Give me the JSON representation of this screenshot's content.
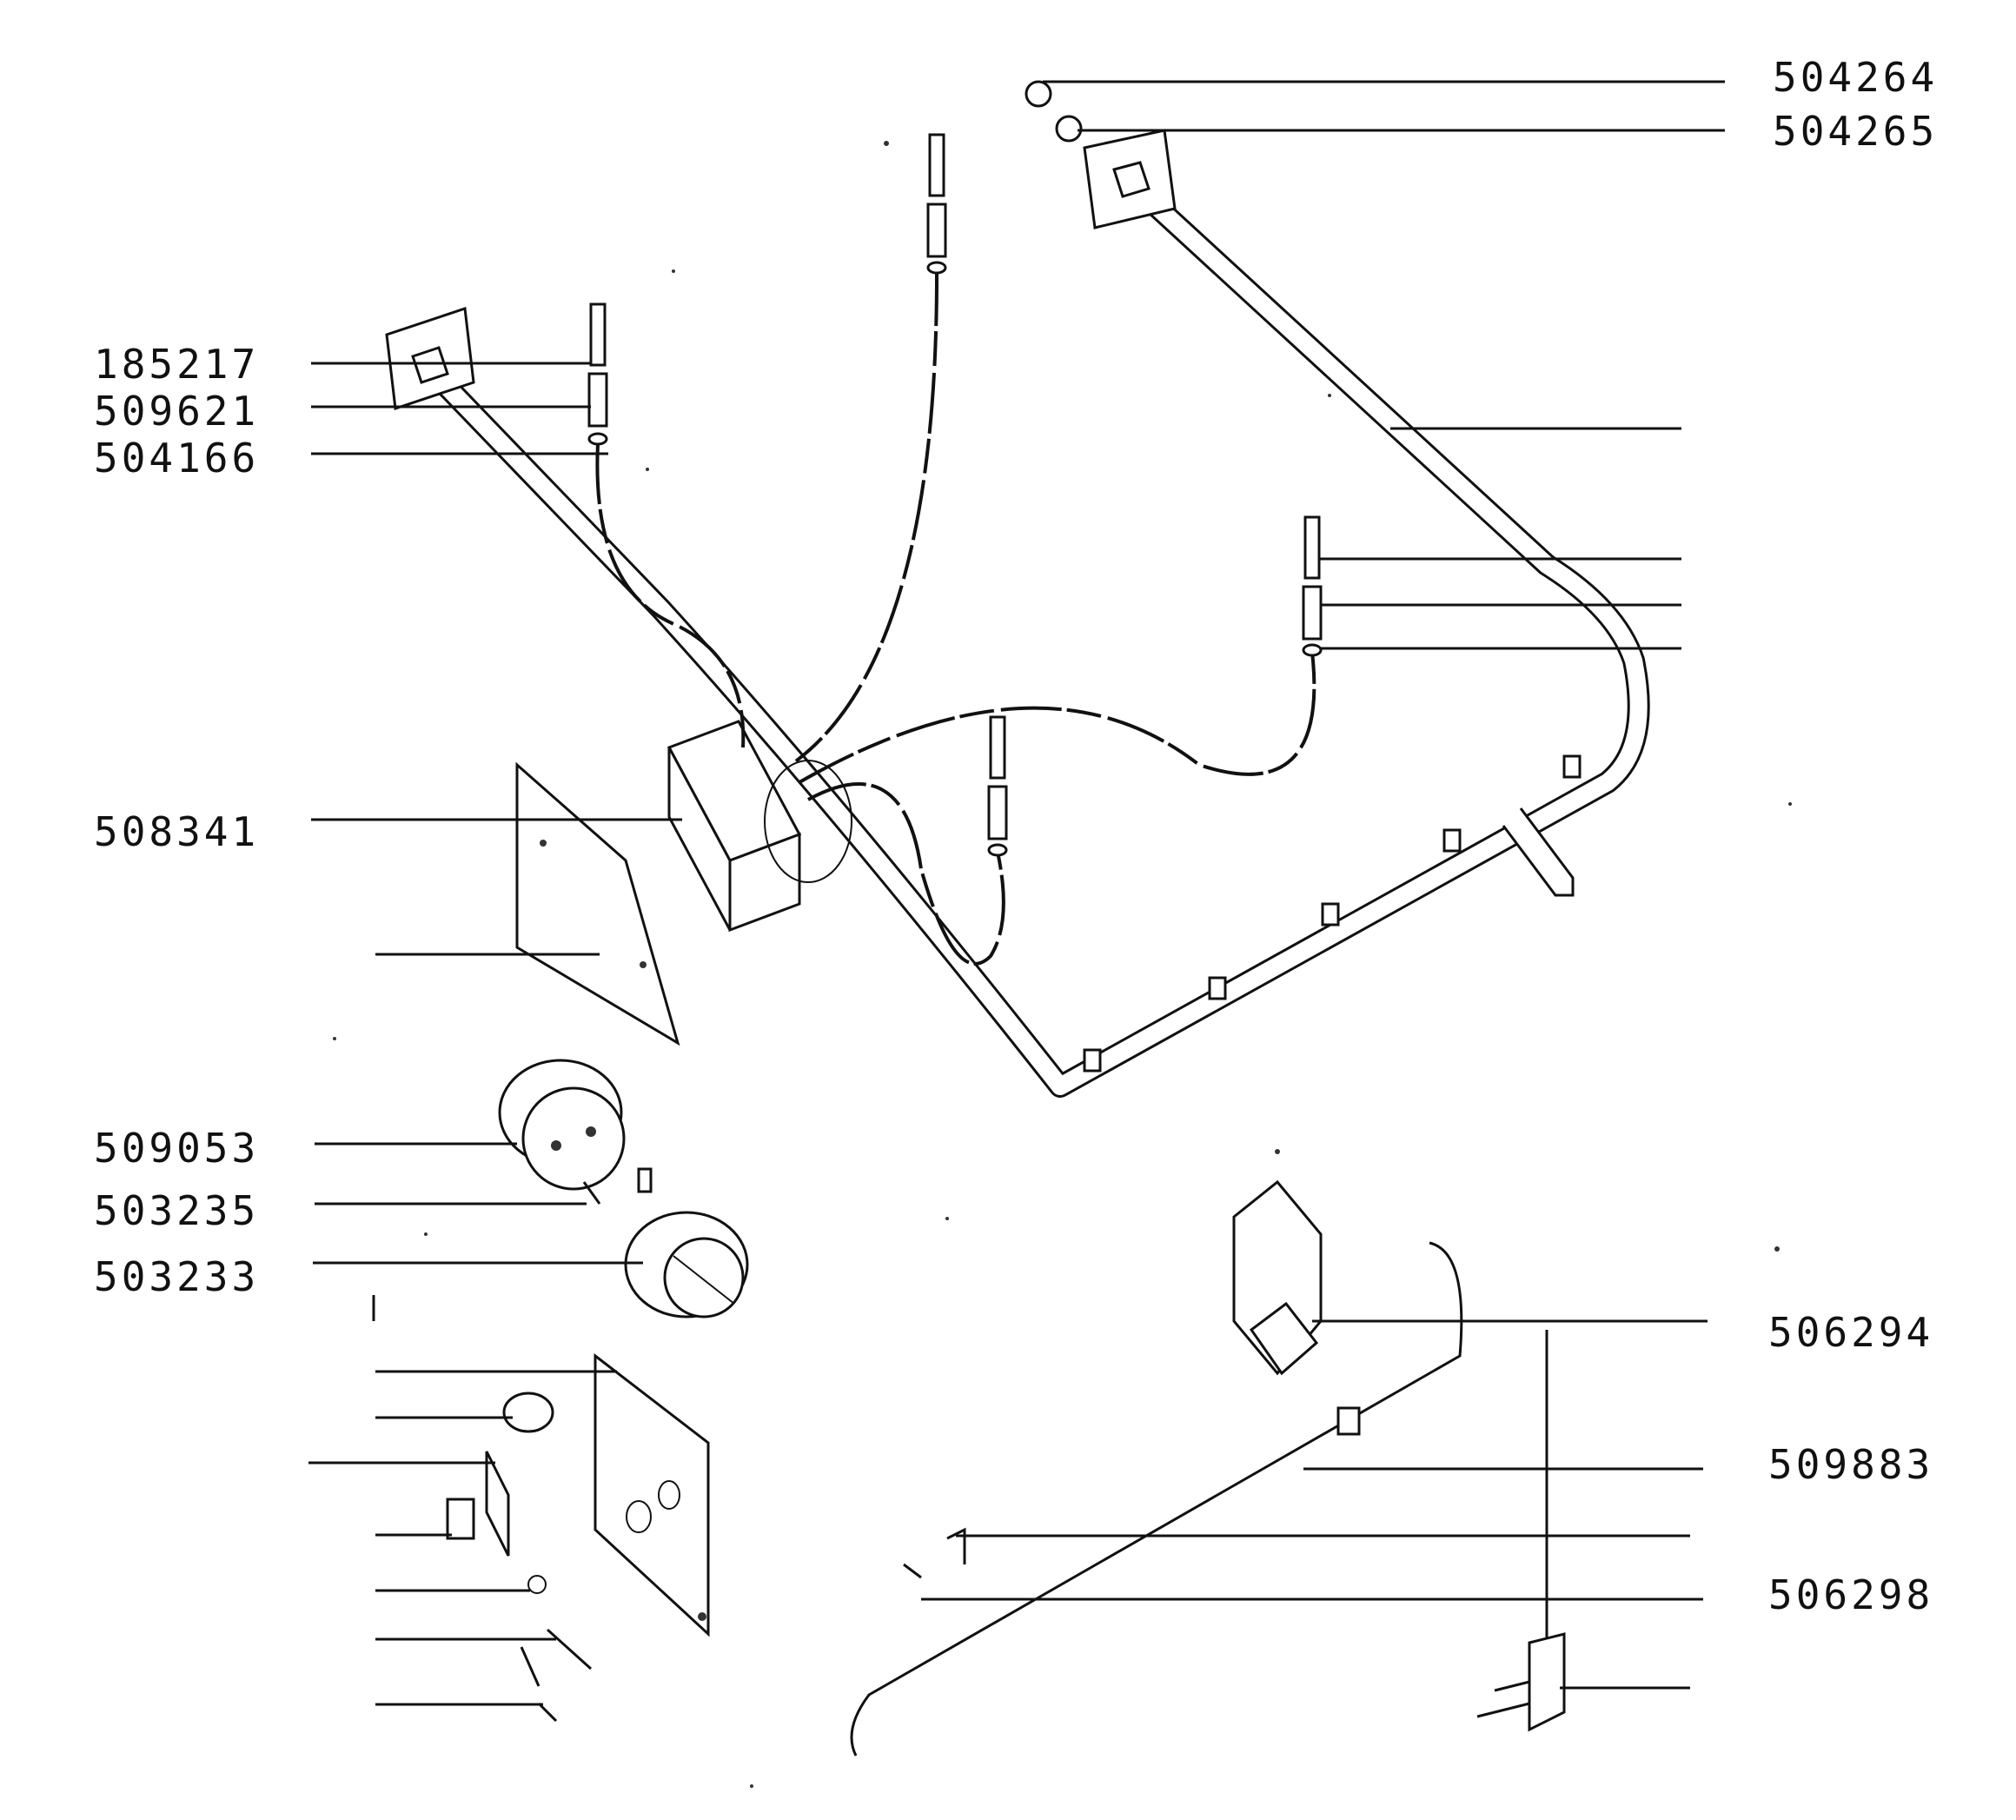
{
  "part_numbers": {
    "p504264": "504264",
    "p504265": "504265",
    "p185217": "185217",
    "p509621": "509621",
    "p504166": "504166",
    "p508341": "508341",
    "p509053": "509053",
    "p503235": "503235",
    "p503233": "503233",
    "p506294": "506294",
    "p509883": "509883",
    "p506298": "506298"
  },
  "colors": {
    "ink": "#111111",
    "paper": "#ffffff"
  }
}
